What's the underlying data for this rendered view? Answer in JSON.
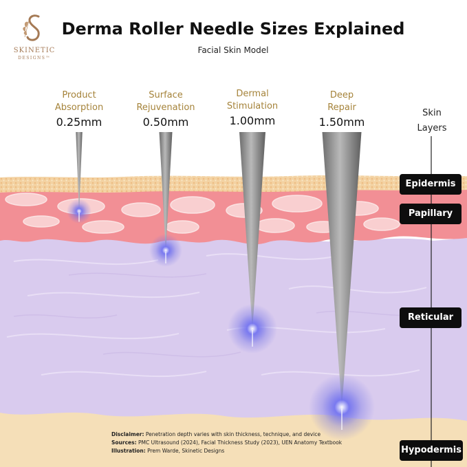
{
  "brand": {
    "name": "SKINETIC",
    "tagline": "DESIGNS™",
    "logo_icon": "s-monogram-leaf-icon"
  },
  "title": "Derma Roller Needle Sizes Explained",
  "subtitle": "Facial Skin Model",
  "needles": [
    {
      "purpose_line1": "Product",
      "purpose_line2": "Absorption",
      "size": "0.25mm",
      "depth_mm": 0.25
    },
    {
      "purpose_line1": "Surface",
      "purpose_line2": "Rejuvenation",
      "size": "0.50mm",
      "depth_mm": 0.5
    },
    {
      "purpose_line1": "Dermal",
      "purpose_line2": "Stimulation",
      "size": "1.00mm",
      "depth_mm": 1.0
    },
    {
      "purpose_line1": "Deep",
      "purpose_line2": "Repair",
      "size": "1.50mm",
      "depth_mm": 1.5
    }
  ],
  "legend": {
    "title_line1": "Skin",
    "title_line2": "Layers",
    "layers": [
      "Epidermis",
      "Papillary",
      "Reticular",
      "Hypodermis"
    ]
  },
  "footnote": {
    "disclaimer_label": "Disclaimer:",
    "disclaimer_text": " Penetration depth varies with skin thickness, technique, and device",
    "sources_label": "Sources:",
    "sources_text": " PMC Ultrasound (2024), Facial Thickness Study (2023), UEN Anatomy Textbook",
    "illustration_label": "Illustration:",
    "illustration_text": " Prem Warde, Skinetic Designs"
  },
  "colors": {
    "epidermis": "#f3d2a2",
    "papillary": "#f28f95",
    "reticular": "#d9cbee",
    "hypodermis": "#f5dfb8",
    "needle": "#8a8a8a",
    "glow": "#4e4fd6",
    "purpose_text": "#a5833a"
  }
}
